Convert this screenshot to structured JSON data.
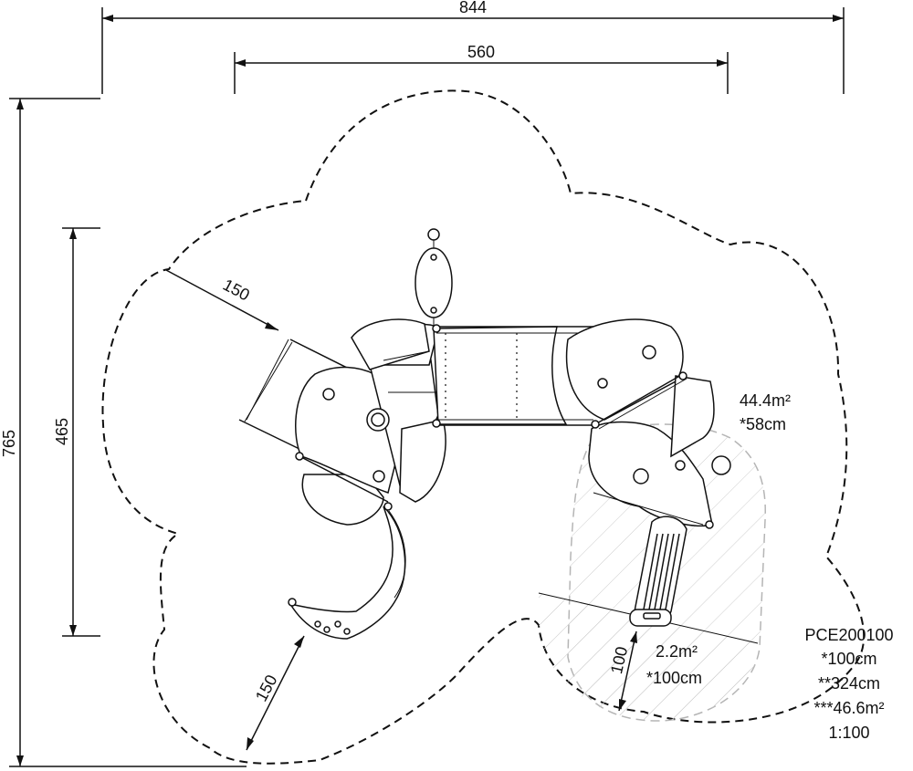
{
  "dimensions": {
    "overall_width": "844",
    "inner_width": "560",
    "overall_height": "765",
    "inner_height": "465",
    "clearance_left_top": "150",
    "clearance_left_bottom": "150",
    "clearance_slide": "100"
  },
  "main_area": {
    "area": "44.4m²",
    "fall_height": "*58cm"
  },
  "slide_area": {
    "area": "2.2m²",
    "fall_height": "*100cm"
  },
  "product_info": {
    "code": "PCE200100",
    "line1": "*100cm",
    "line2": "**324cm",
    "line3": "***46.6m²",
    "scale": "1:100"
  }
}
